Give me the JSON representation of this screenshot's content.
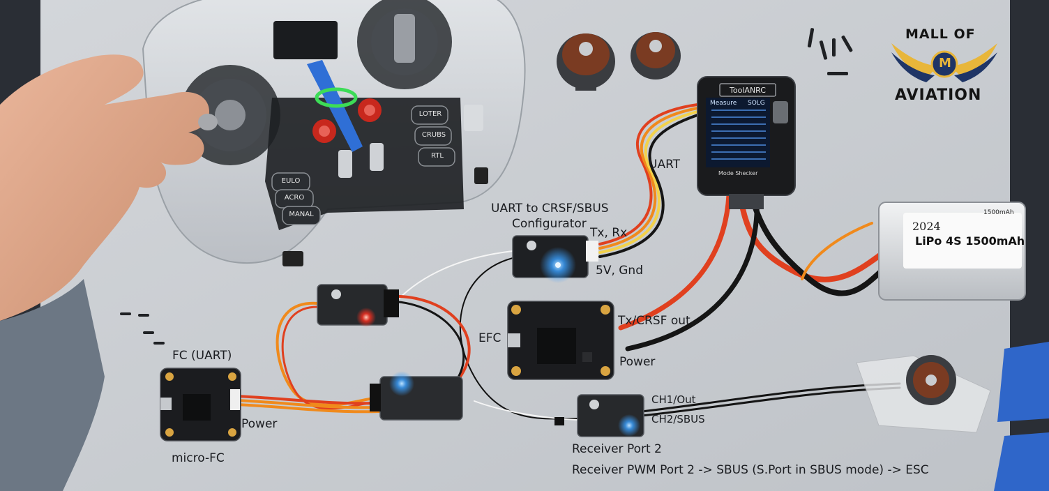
{
  "logo": {
    "line1": "MALL OF",
    "emblem": "M",
    "line2": "AVIATION"
  },
  "transmitter": {
    "buttons": [
      "LOTER",
      "CRUBS",
      "RTL",
      "EULO",
      "ACRO",
      "MANAL"
    ]
  },
  "tester": {
    "brand": "ToolANRC",
    "menu_title": "Measure",
    "menu_right": "SOLG",
    "footer": "Mode Shecker"
  },
  "battery": {
    "year": "2024",
    "capacity_tag": "1500mAh",
    "name": "LiPo 4S 1500mAh"
  },
  "labels": {
    "uart": "UART",
    "configurator_line1": "UART to CRSF/SBUS",
    "configurator_line2": "Configurator",
    "tx_rx": "Tx, Rx",
    "v5_gnd": "5V, Gnd",
    "efc": "EFC",
    "tx_crsf_out": "Tx/CRSF out",
    "power_right": "Power",
    "fc_uart": "FC (UART)",
    "power_left": "Power",
    "micro_fc": "micro-FC",
    "ch1_out": "CH1/Out",
    "ch2_sbus": "CH2/SBUS",
    "receiver_port2": "Receiver Port 2",
    "caption": "Receiver PWM Port 2 -> SBUS (S.Port in SBUS mode) -> ESC"
  },
  "colors": {
    "board_bg": "#c9ccd1",
    "red_wire": "#e0401f",
    "orange_wire": "#f08a1c",
    "black_wire": "#151515",
    "led_blue": "#3aa0ff",
    "logo_gold": "#e8b63a",
    "logo_navy": "#1f3566"
  }
}
